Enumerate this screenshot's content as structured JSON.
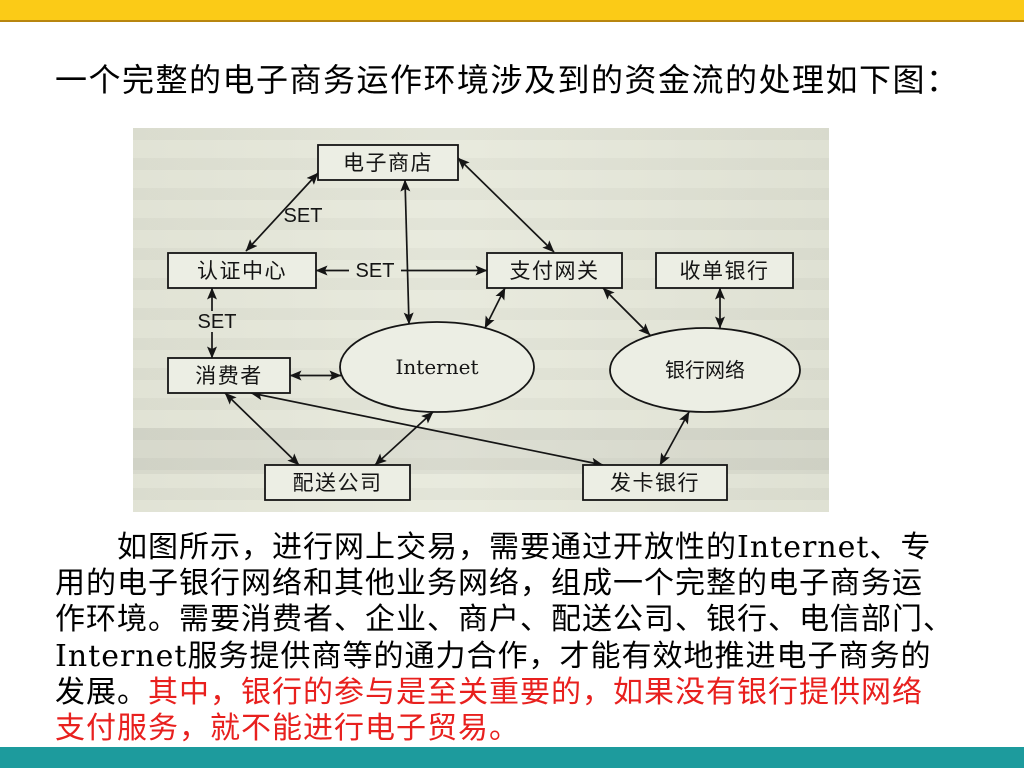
{
  "slide": {
    "title": "一个完整的电子商务运作环境涉及到的资金流的处理如下图："
  },
  "diagram": {
    "nodes": {
      "store": "电子商店",
      "ca": "认证中心",
      "gateway": "支付网关",
      "acquirer": "收单银行",
      "consumer": "消费者",
      "internet": "Internet",
      "bank_network": "银行网络",
      "delivery": "配送公司",
      "issuer": "发卡银行"
    },
    "edge_labels": {
      "store_ca": "SET",
      "ca_gateway": "SET",
      "ca_consumer": "SET"
    }
  },
  "body": {
    "lines": [
      "如图所示，进行网上交易，需要通过开放性的Internet、专",
      "用的电子银行网络和其他业务网络，组成一个完整的电子商务运",
      "作环境。需要消费者、企业、商户、配送公司、银行、电信部门、",
      "Internet服务提供商等的通力合作，才能有效地推进电子商务的"
    ],
    "line5": {
      "plain": "发展。",
      "highlight": "其中，银行的参与是至关重要的，如果没有银行提供网络"
    },
    "line6": {
      "highlight": "支付服务，就不能进行电子贸易。"
    }
  },
  "theme": {
    "top_bar": "#fbcb17",
    "top_rule": "#b8860f",
    "bottom_bar": "#1d9b9d",
    "text": "#000000",
    "highlight": "#e8201e",
    "diagram_bg": "#e6e8da"
  }
}
